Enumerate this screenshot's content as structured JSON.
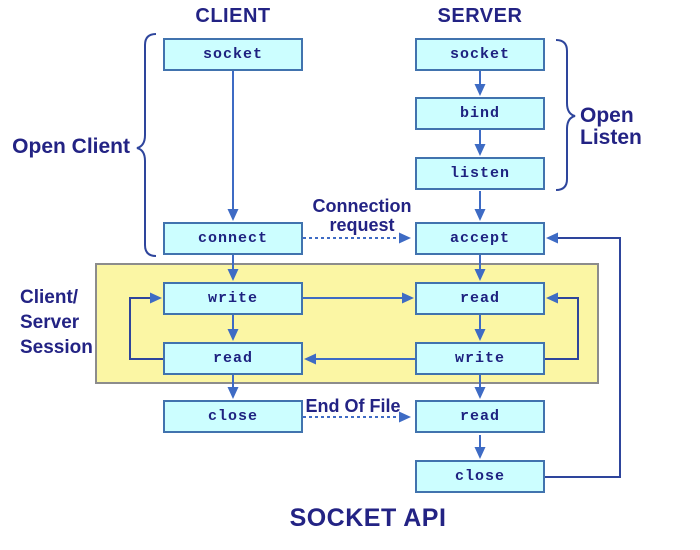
{
  "titles": {
    "client_column": "CLIENT",
    "server_column": "SERVER",
    "footer": "SOCKET API"
  },
  "client_flow": {
    "socket": "socket",
    "connect": "connect",
    "write": "write",
    "read": "read",
    "close": "close"
  },
  "server_flow": {
    "socket": "socket",
    "bind": "bind",
    "listen": "listen",
    "accept": "accept",
    "read1": "read",
    "write": "write",
    "read2": "read",
    "close": "close"
  },
  "annotations": {
    "open_client": "Open Client",
    "open_listen": "Open Listen",
    "session": [
      "Client/",
      "Server",
      "Session"
    ],
    "connection_request": [
      "Connection",
      "request"
    ],
    "end_of_file": "End Of File"
  },
  "colors": {
    "box_fill": "#CCFEFF",
    "box_border": "#4173AE",
    "arrow_blue": "#3E6BC4",
    "loop_navy": "#2E459C",
    "session_fill": "#FBF6A4",
    "session_border": "#8C8C8C",
    "text_navy": "#232384"
  }
}
